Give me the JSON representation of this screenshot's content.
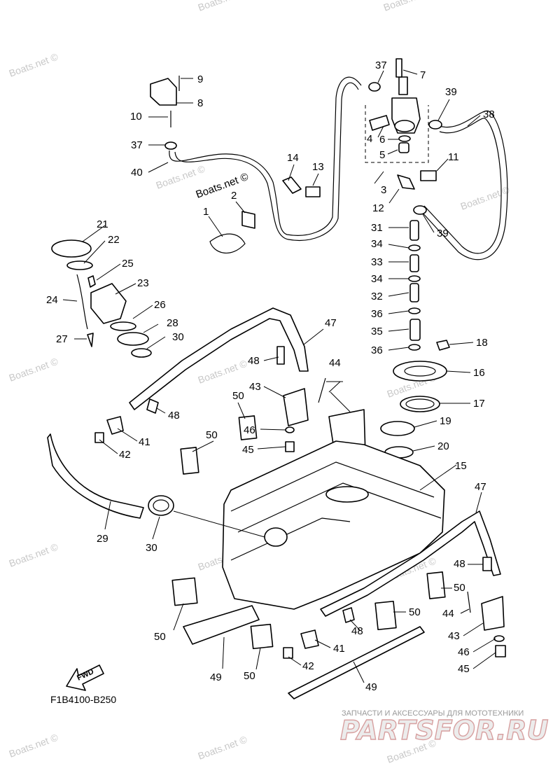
{
  "diagram_code": "F1B4100-B250",
  "inline_watermark": "Boats.net ©",
  "fwd_label": "FWD",
  "brand": {
    "tagline": "ЗАПЧАСТИ И АКСЕССУАРЫ ДЛЯ МОТОТЕХНИКИ",
    "logo_text": "PARTSFOR.RU"
  },
  "watermarks": [
    "Boats.net ©",
    "Boats.net ©",
    "Boats.net ©",
    "Boats.net ©",
    "Boats.net ©",
    "Boats.net ©",
    "Boats.net ©",
    "Boats.net ©",
    "Boats.net ©",
    "Boats.net ©",
    "Boats.net ©",
    "Boats.net ©",
    "Boats.net ©",
    "Boats.net ©"
  ],
  "callouts": [
    "1",
    "2",
    "3",
    "4",
    "5",
    "6",
    "7",
    "8",
    "9",
    "10",
    "11",
    "12",
    "13",
    "14",
    "15",
    "16",
    "17",
    "18",
    "19",
    "20",
    "21",
    "22",
    "23",
    "24",
    "25",
    "26",
    "27",
    "28",
    "29",
    "30",
    "30",
    "31",
    "32",
    "33",
    "34",
    "34",
    "35",
    "36",
    "36",
    "37",
    "37",
    "38",
    "39",
    "39",
    "40",
    "41",
    "41",
    "42",
    "42",
    "43",
    "43",
    "44",
    "44",
    "45",
    "45",
    "46",
    "46",
    "47",
    "47",
    "48",
    "48",
    "48",
    "48",
    "49",
    "49",
    "50",
    "50",
    "50",
    "50",
    "50"
  ]
}
